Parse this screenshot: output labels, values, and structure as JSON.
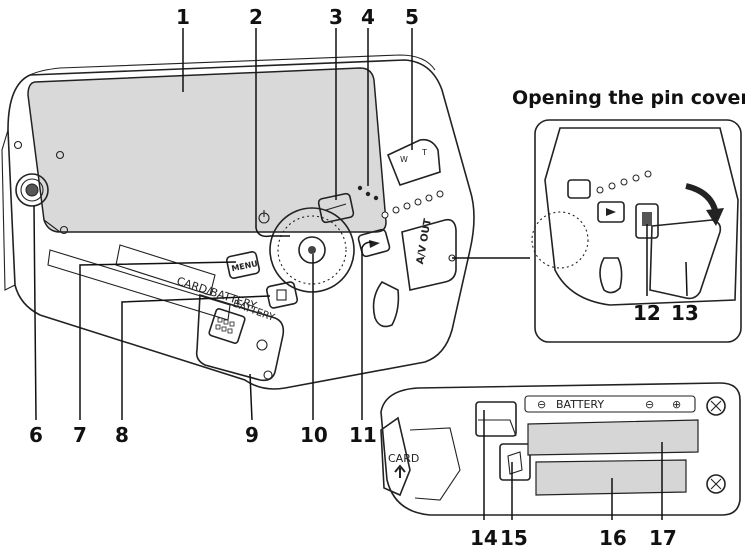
{
  "callouts": [
    "1",
    "2",
    "3",
    "4",
    "5",
    "6",
    "7",
    "8",
    "9",
    "10",
    "11",
    "12",
    "13",
    "14",
    "15",
    "16",
    "17"
  ],
  "inset_title": "Opening the pin cover",
  "body_labels": {
    "menu": "MENU",
    "card_battery": "CARD/BATTERY",
    "battery_lid": "BATTERY",
    "av_out": "A/V OUT",
    "w": "W",
    "t": "T"
  },
  "battery_chamber": {
    "battery_label": "BATTERY",
    "minus": "⊖",
    "dash": "⊖",
    "plus": "⊕",
    "card_label": "CARD"
  },
  "colors": {
    "screen_fill": "#d9d9d9",
    "body_fill": "#ffffff",
    "line": "#222222",
    "chamber_fill": "#d6d6d6"
  }
}
